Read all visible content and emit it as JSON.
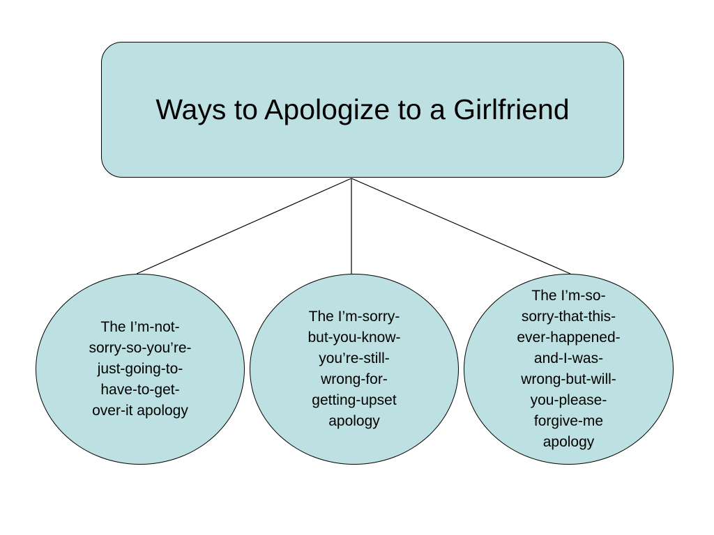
{
  "diagram": {
    "title": "Ways to Apologize to a Girlfriend",
    "fill_color": "#bde0e3",
    "stroke_color": "#000000",
    "nodes": [
      {
        "lines": [
          "The I’m-not-",
          "sorry-so-you’re-",
          "just-going-to-",
          "have-to-get-",
          "over-it apology"
        ]
      },
      {
        "lines": [
          "The I’m-sorry-",
          "but-you-know-",
          "you’re-still-",
          "wrong-for-",
          "getting-upset",
          "apology"
        ]
      },
      {
        "lines": [
          "The I’m-so-",
          "sorry-that-this-",
          "ever-happened-",
          "and-I-was-",
          "wrong-but-will-",
          "you-please-",
          "forgive-me",
          "apology"
        ]
      }
    ]
  }
}
